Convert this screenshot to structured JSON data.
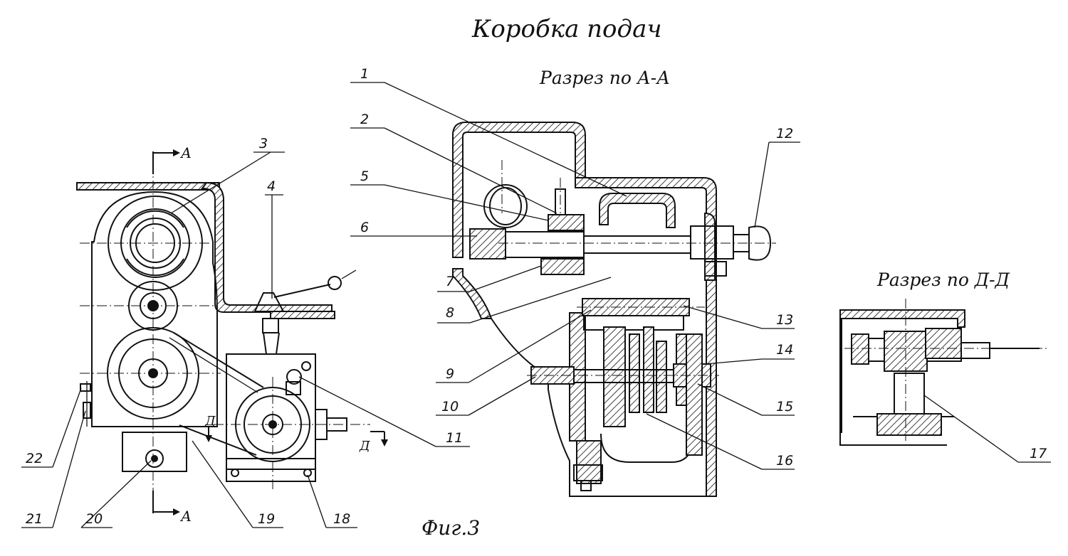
{
  "title": "Коробка подач",
  "figure_caption": "Фиг.3",
  "sections": {
    "aa": "Разрез по А-А",
    "dd": "Разрез по Д-Д"
  },
  "section_marks": {
    "a_top": "А",
    "a_bottom": "А",
    "d_left": "Д",
    "d_right": "Д"
  },
  "callouts": [
    "1",
    "2",
    "3",
    "4",
    "5",
    "6",
    "7",
    "8",
    "9",
    "10",
    "11",
    "12",
    "13",
    "14",
    "15",
    "16",
    "17",
    "18",
    "19",
    "20",
    "21",
    "22"
  ]
}
